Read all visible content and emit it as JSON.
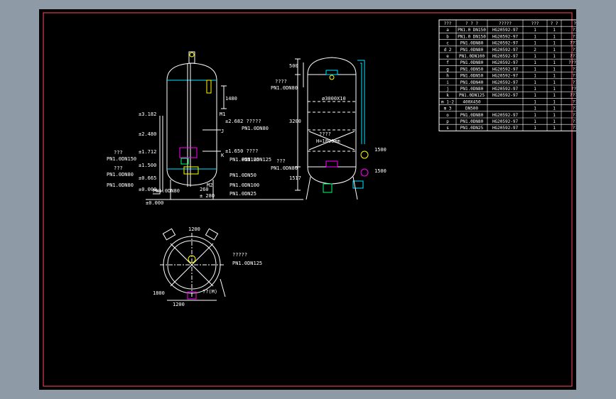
{
  "colors": {
    "background": "#8e9ba6",
    "sheet": "#000000",
    "frame": "#ff4a5a",
    "line": "#ffffff",
    "accent_cyan": "#00e5ff",
    "accent_yellow": "#ffff00",
    "accent_green": "#00ff66",
    "accent_magenta": "#ff00ff"
  },
  "table": {
    "header": [
      "???",
      "? ? ?",
      "?????",
      "???",
      "? ?",
      "??"
    ],
    "rows": [
      [
        "a",
        "PN1.0 DN150",
        "HG20592-97",
        "1",
        "1",
        "???"
      ],
      [
        "b",
        "PN1.0 DN150",
        "HG20592-97",
        "1",
        "1",
        "???"
      ],
      [
        "c",
        "PN1.0DN80",
        "HG20592-97",
        "1",
        "1",
        "?????"
      ],
      [
        "d 2",
        "PN1.0DN80",
        "HG20592-97",
        "2",
        "1",
        "???"
      ],
      [
        "e",
        "PN1.0DN100",
        "HG20592-97",
        "1",
        "1",
        "?????"
      ],
      [
        "f",
        "PN1.0DN80",
        "HG20592-97",
        "1",
        "1",
        "??????"
      ],
      [
        "g",
        "PN1.0DN50",
        "HG20592-97",
        "1",
        "1",
        "???"
      ],
      [
        "h",
        "PN1.0DN50",
        "HG20592-97",
        "1",
        "1",
        "???"
      ],
      [
        "i",
        "PN1.0DN40",
        "HG20592-97",
        "1",
        "1",
        "???"
      ],
      [
        "j",
        "PN1.0DN80",
        "HG20592-97",
        "1",
        "1",
        "????"
      ],
      [
        "k",
        "PN1.0DN125",
        "HG20592-97",
        "1",
        "1",
        "?????"
      ],
      [
        "m 1-2",
        "400X450",
        "",
        "1",
        "1",
        "???"
      ],
      [
        "m 3",
        "DN500",
        "",
        "1",
        "1",
        "???"
      ],
      [
        "o",
        "PN1.0DN80",
        "HG20592-97",
        "1",
        "1",
        "???"
      ],
      [
        "p",
        "PN1.0DN80",
        "HG20592-97",
        "1",
        "1",
        "???"
      ],
      [
        "s",
        "PN1.0DN25",
        "HG20592-97",
        "1",
        "1",
        "???"
      ]
    ]
  },
  "left_view": {
    "elevations": [
      "±3.182",
      "±2.480",
      "±1.712",
      "±1.500",
      "±0.665",
      "±0.000",
      "±0.000"
    ],
    "nozzle_labels": [
      "???",
      "PN1.0DN150",
      "???",
      "PN1.0DN80",
      "PN1.0DN80",
      "PN1.0DN80",
      "PN1.0DN50",
      "PN1.0DN100",
      "PN1.0DN25",
      "PN1.0DN125"
    ],
    "annotations": [
      "±2.682 ?????",
      "PN1.0DN80",
      "±1.650 ????",
      "PN1.0DN125",
      "1480",
      "260",
      "± 280",
      "M1",
      "M2",
      "J",
      "K"
    ]
  },
  "right_view": {
    "labels": [
      "????",
      "PN1.0DN80",
      "???",
      "PN1.0DN80",
      "????",
      "H=1800mm",
      "ø3000X10"
    ],
    "dimensions": [
      "500",
      "3200",
      "1517",
      "1500",
      "1500"
    ]
  },
  "plan_view": {
    "labels": [
      "?????",
      "PN1.0DN125",
      "1200",
      "1800",
      "1200",
      "??(M)"
    ]
  }
}
